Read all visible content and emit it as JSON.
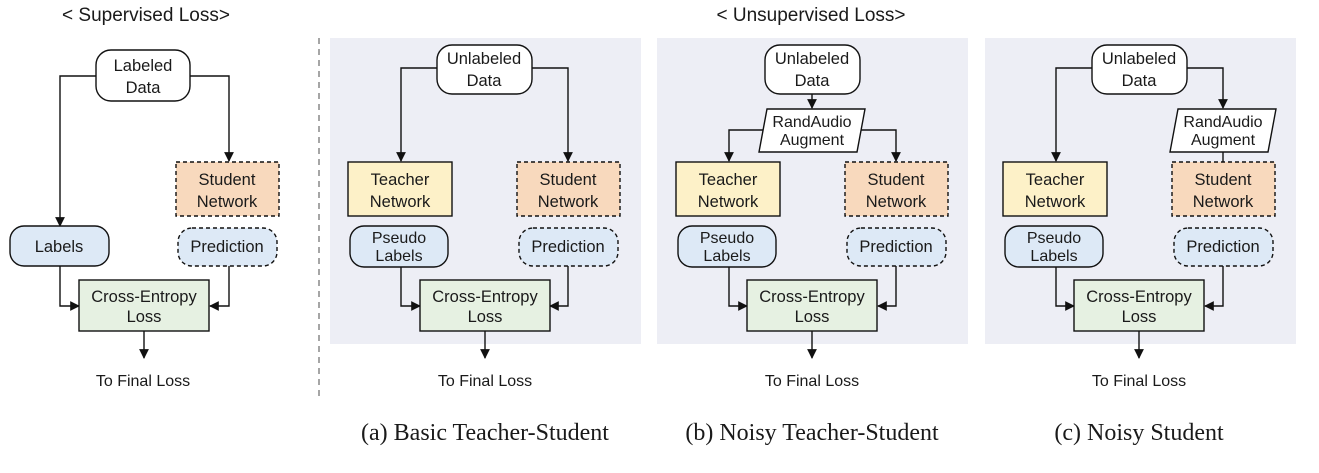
{
  "headers": {
    "supervised": "< Supervised Loss>",
    "unsupervised": "< Unsupervised Loss>"
  },
  "supervised": {
    "data_line1": "Labeled",
    "data_line2": "Data",
    "labels": "Labels",
    "student_line1": "Student",
    "student_line2": "Network",
    "prediction": "Prediction",
    "loss_line1": "Cross-Entropy",
    "loss_line2": "Loss",
    "final": "To Final Loss"
  },
  "panels": [
    {
      "caption": "(a) Basic Teacher-Student",
      "data_line1": "Unlabeled",
      "data_line2": "Data",
      "teacher_line1": "Teacher",
      "teacher_line2": "Network",
      "pseudo_line1": "Pseudo",
      "pseudo_line2": "Labels",
      "student_line1": "Student",
      "student_line2": "Network",
      "prediction": "Prediction",
      "loss_line1": "Cross-Entropy",
      "loss_line2": "Loss",
      "final": "To Final Loss"
    },
    {
      "caption": "(b) Noisy Teacher-Student",
      "data_line1": "Unlabeled",
      "data_line2": "Data",
      "augment_line1": "RandAudio",
      "augment_line2": "Augment",
      "teacher_line1": "Teacher",
      "teacher_line2": "Network",
      "pseudo_line1": "Pseudo",
      "pseudo_line2": "Labels",
      "student_line1": "Student",
      "student_line2": "Network",
      "prediction": "Prediction",
      "loss_line1": "Cross-Entropy",
      "loss_line2": "Loss",
      "final": "To Final Loss"
    },
    {
      "caption": "(c) Noisy Student",
      "data_line1": "Unlabeled",
      "data_line2": "Data",
      "augment_line1": "RandAudio",
      "augment_line2": "Augment",
      "teacher_line1": "Teacher",
      "teacher_line2": "Network",
      "pseudo_line1": "Pseudo",
      "pseudo_line2": "Labels",
      "student_line1": "Student",
      "student_line2": "Network",
      "prediction": "Prediction",
      "loss_line1": "Cross-Entropy",
      "loss_line2": "Loss",
      "final": "To Final Loss"
    }
  ],
  "colors": {
    "panel_bg": "#edeef5",
    "teacher_fill": "#fdf1c8",
    "student_fill": "#f8d9bd",
    "label_fill": "#dde9f6",
    "loss_fill": "#e6f1e2"
  }
}
